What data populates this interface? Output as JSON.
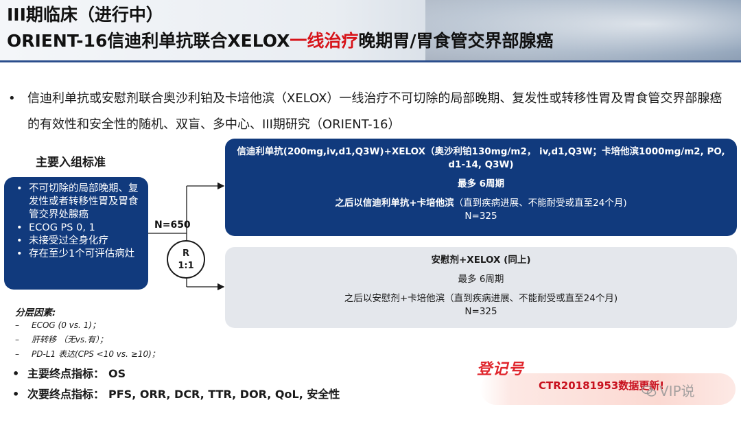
{
  "header": {
    "title_line1": "III期临床（进行中）",
    "title_line2_part1": "ORIENT-16信迪利单抗联合XELOX",
    "title_line2_red": "一线治疗",
    "title_line2_part2": "晚期胃/胃食管交界部腺癌"
  },
  "intro": {
    "bullet": "•",
    "text": "信迪利单抗或安慰剂联合奥沙利铂及卡培他滨（XELOX）一线治疗不可切除的局部晚期、复发性或转移性胃及胃食管交界部腺癌的有效性和安全性的随机、双盲、多中心、III期研究（ORIENT-16）"
  },
  "criteria": {
    "title": "主要入组标准",
    "items": [
      "不可切除的局部晚期、复发性或者转移性胃及胃食管交界处腺癌",
      "ECOG PS 0, 1",
      "未接受过全身化疗",
      "存在至少1个可评估病灶"
    ]
  },
  "randomization": {
    "n": "N=650",
    "r": "R",
    "ratio": "1:1"
  },
  "arm1": {
    "regimen": "信迪利单抗(200mg,iv,d1,Q3W)+XELOX（奥沙利铂130mg/m2， iv,d1,Q3W；卡培他滨1000mg/m2, PO, d1-14, Q3W)",
    "cycles": "最多 6周期",
    "maintenance_bold": "之后以信迪利单抗+卡培他滨",
    "maintenance_rest": "（直到疾病进展、不能耐受或直至24个月)",
    "n": "N=325"
  },
  "arm2": {
    "regimen": "安慰剂+XELOX (同上)",
    "cycles": "最多 6周期",
    "maintenance": "之后以安慰剂+卡培他滨（直到疾病进展、不能耐受或直至24个月)",
    "n": "N=325"
  },
  "stratification": {
    "title": "分层因素:",
    "items": [
      "ECOG (0 vs. 1)；",
      "肝转移 （无vs.有）；",
      "PD-L1 表达(CPS <10 vs. ≥10)；"
    ]
  },
  "endpoints": {
    "primary_label": "主要终点指标：",
    "primary_value": "OS",
    "secondary_label": "次要终点指标：",
    "secondary_value": "PFS, ORR, DCR, TTR, DOR, QoL, 安全性"
  },
  "registration": {
    "label": "登记号",
    "number": "CTR20181953数据更新!"
  },
  "watermark": {
    "text": "VIP说"
  }
}
